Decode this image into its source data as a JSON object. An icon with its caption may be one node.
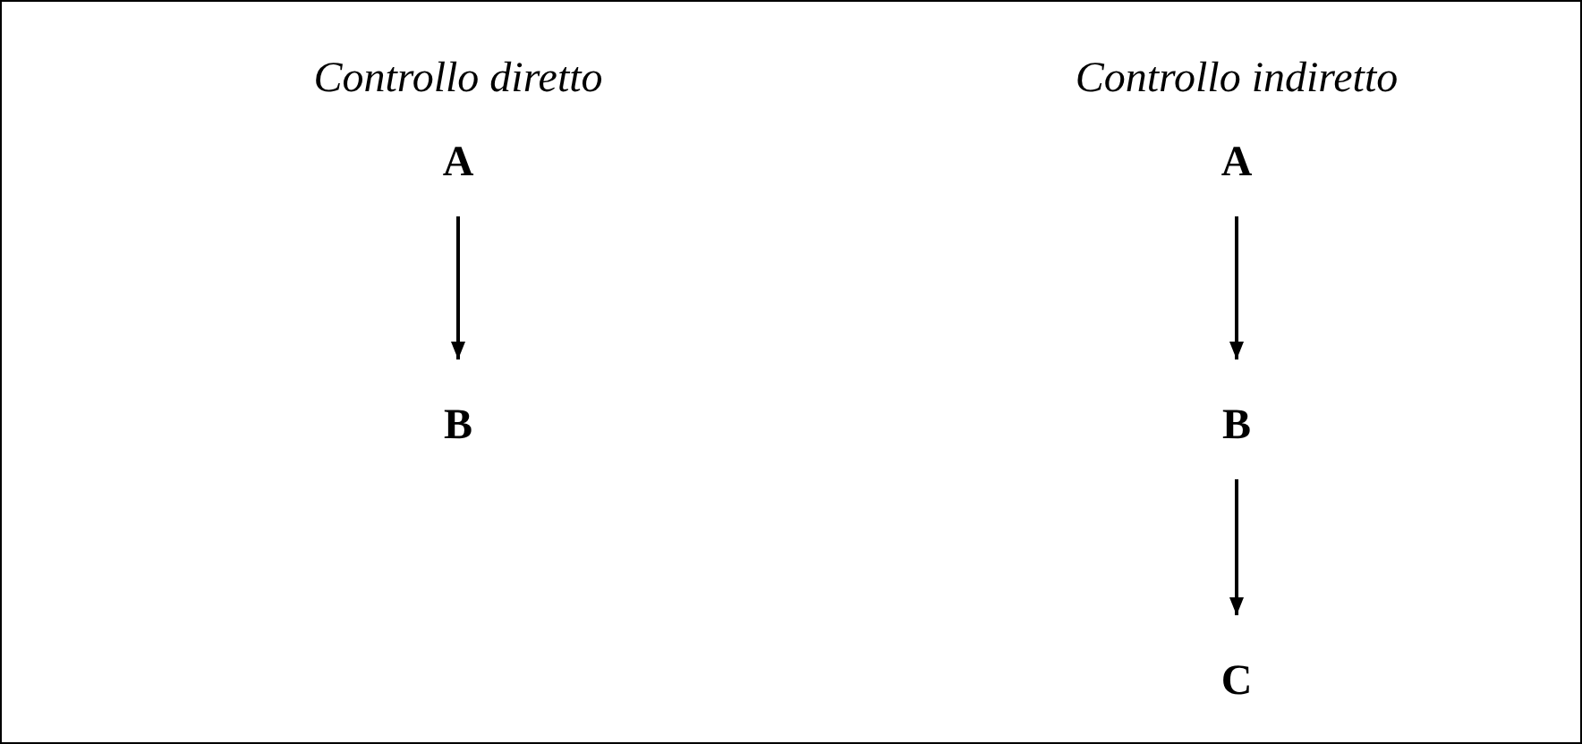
{
  "diagram": {
    "nodes": [
      {
        "text": [
          "A"
        ]
      },
      {
        "text": [
          "B"
        ]
      },
      {
        "text": [
          "A"
        ]
      },
      {
        "text": [
          "B"
        ]
      },
      {
        "text": [
          "C"
        ]
      }
    ],
    "edges": [
      {
        "from": 0,
        "to": 1,
        "arrow": "to"
      },
      {
        "from": 2,
        "to": 3,
        "arrow": "to"
      },
      {
        "from": 3,
        "to": 4,
        "arrow": "to"
      }
    ],
    "labels": [
      "Controllo diretto",
      "Controllo indiretto"
    ]
  }
}
